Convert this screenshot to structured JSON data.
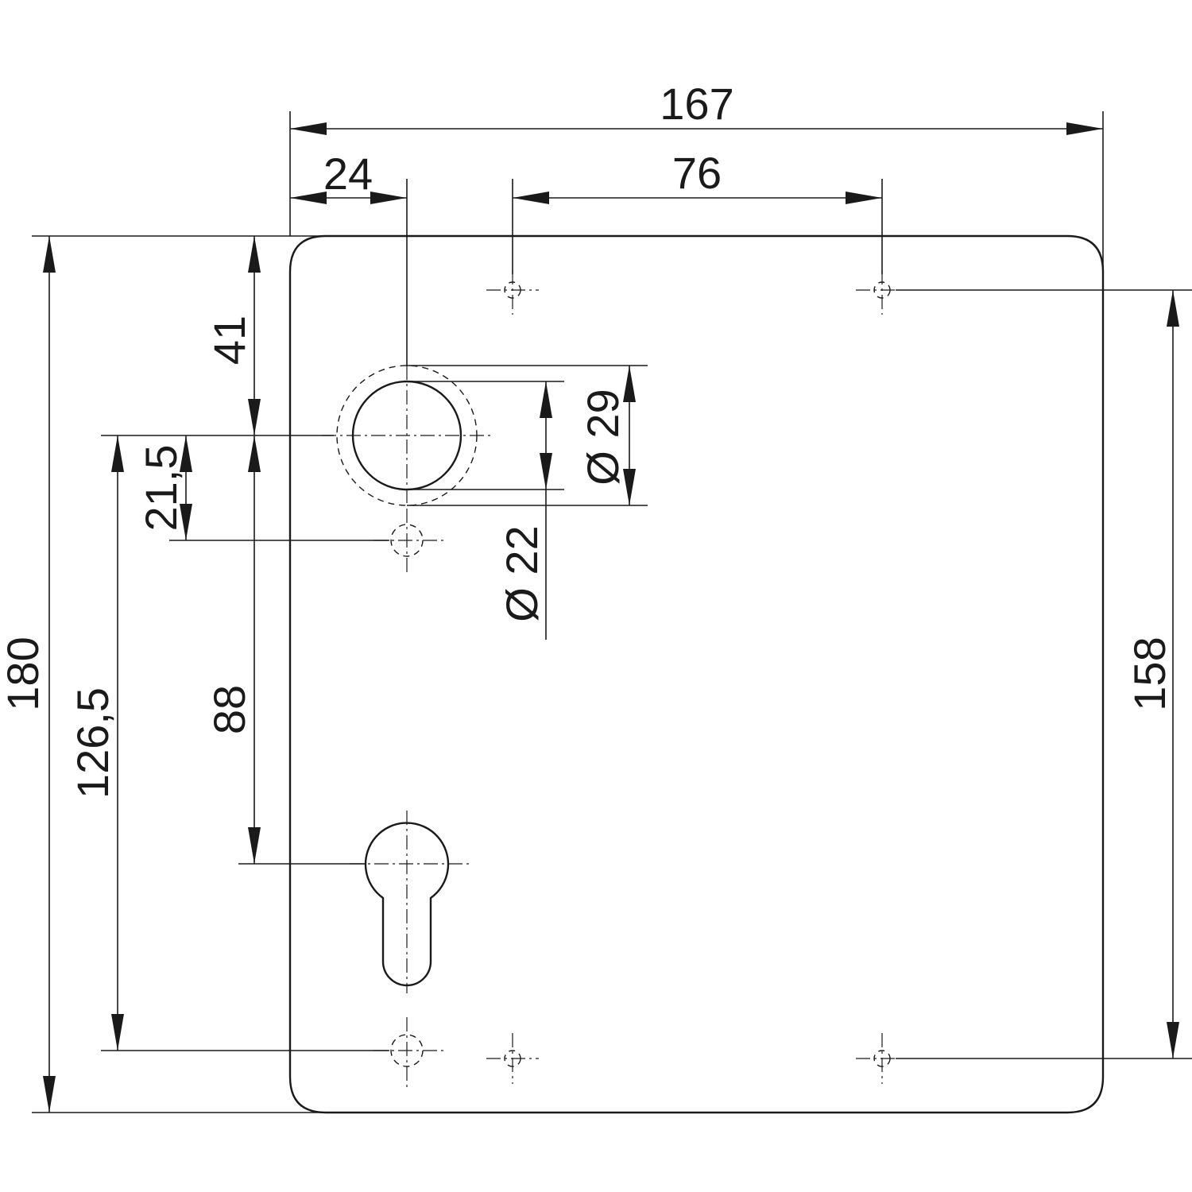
{
  "drawing": {
    "colors": {
      "line": "#1a1a1a",
      "background": "#ffffff"
    },
    "dimensions": {
      "overall_width": "167",
      "handle_offset": "24",
      "hole_spacing_horizontal": "76",
      "overall_height": "180",
      "handle_from_top": "41",
      "pin_below_handle": "21,5",
      "handle_to_cylinder": "88",
      "handle_to_bottom_pin": "126,5",
      "hole_spacing_vertical": "158",
      "outer_diameter": "Ø 29",
      "inner_diameter": "Ø 22"
    }
  }
}
